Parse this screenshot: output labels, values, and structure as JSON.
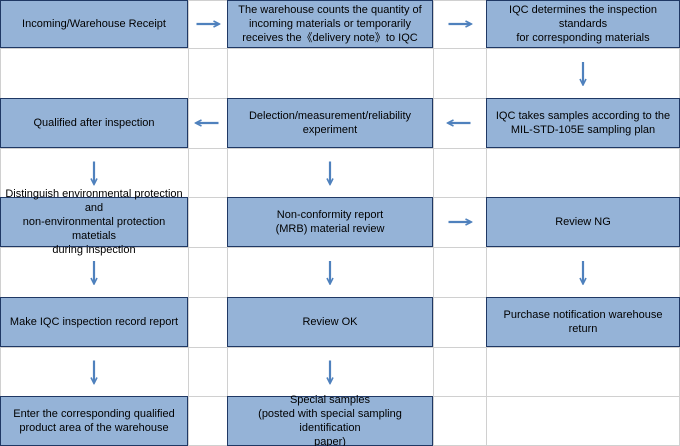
{
  "diagram": {
    "box_color": "#95b3d7",
    "border_color": "#1f3864",
    "arrow_color": "#4f81bd",
    "grid_color": "#d0d0d0",
    "boxes": [
      {
        "id": "b1",
        "text": "Incoming/Warehouse Receipt"
      },
      {
        "id": "b2",
        "text": "The warehouse counts the quantity of\nincoming materials or temporarily\nreceives the《delivery note》to IQC"
      },
      {
        "id": "b3",
        "text": "IQC determines the inspection standards\nfor corresponding materials"
      },
      {
        "id": "b4",
        "text": "Qualified after inspection"
      },
      {
        "id": "b5",
        "text": "Delection/measurement/reliability experiment"
      },
      {
        "id": "b6",
        "text": "IQC takes samples according to the\nMIL-STD-105E sampling plan"
      },
      {
        "id": "b7",
        "text": "Distinguish environmental protection and\nnon-environmental protection matetials\nduring inspection"
      },
      {
        "id": "b8",
        "text": "Non-conformity report\n(MRB) material review"
      },
      {
        "id": "b9",
        "text": "Review NG"
      },
      {
        "id": "b10",
        "text": "Make IQC inspection record report"
      },
      {
        "id": "b11",
        "text": "Review OK"
      },
      {
        "id": "b12",
        "text": "Purchase notification warehouse return"
      },
      {
        "id": "b13",
        "text": "Enter the corresponding qualified\nproduct area of the warehouse"
      },
      {
        "id": "b14",
        "text": "Special samples\n(posted with special sampling identification\npaper)"
      }
    ],
    "connections": [
      {
        "from": "b1",
        "to": "b2"
      },
      {
        "from": "b2",
        "to": "b3"
      },
      {
        "from": "b3",
        "to": "b6"
      },
      {
        "from": "b6",
        "to": "b5"
      },
      {
        "from": "b5",
        "to": "b4"
      },
      {
        "from": "b4",
        "to": "b7"
      },
      {
        "from": "b5",
        "to": "b8"
      },
      {
        "from": "b8",
        "to": "b9"
      },
      {
        "from": "b7",
        "to": "b10"
      },
      {
        "from": "b8",
        "to": "b11"
      },
      {
        "from": "b9",
        "to": "b12"
      },
      {
        "from": "b10",
        "to": "b13"
      },
      {
        "from": "b11",
        "to": "b14"
      }
    ]
  }
}
